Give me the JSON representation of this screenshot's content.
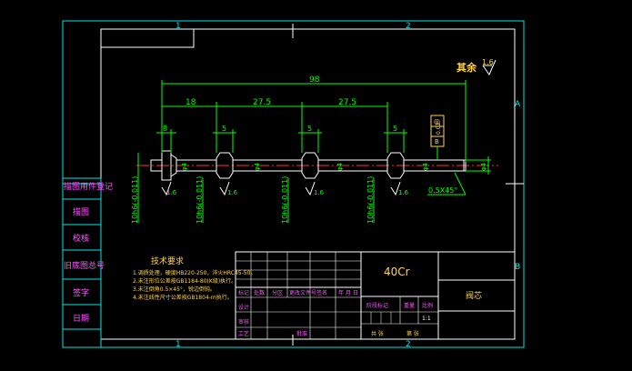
{
  "frame": {
    "zone_top_1": "1",
    "zone_top_2": "2",
    "zone_bottom_1": "1",
    "zone_bottom_2": "2",
    "zone_right_a": "A",
    "zone_right_b": "B"
  },
  "roughness": {
    "label": "其余",
    "value": "1.6"
  },
  "dimensions": {
    "overall": "98",
    "seg_18": "18",
    "seg_27_5_a": "27.5",
    "seg_27_5_b": "27.5",
    "w8": "8",
    "w5_a": "5",
    "w5_b": "5",
    "w5_c": "5",
    "phi_a": "φ4",
    "phi_b": "φ4",
    "phi_c": "φ4",
    "phi_d": "φ4",
    "phi_end": "φ4",
    "chamfer": "0.5X45°"
  },
  "tolerance_frame": {
    "symbol": "◎",
    "value": "0.02",
    "datum": "B"
  },
  "fits": {
    "f1": "10h6(-0.011)",
    "f2": "10h6(-0.011)",
    "f3": "10h6(-0.011)",
    "f4": "10h6(-0.011)"
  },
  "surface_marks": [
    "1.6",
    "1.6",
    "1.6",
    "1.6"
  ],
  "left_strip": [
    "描图用件登记",
    "描图",
    "校核",
    "旧底图总号",
    "签字",
    "日期"
  ],
  "tech_req": {
    "title": "技术要求",
    "lines": [
      "1.调质处理，硬度HB220-250，淬火HRC45-50。",
      "2.未注形位公差按GB1184-80(K级)执行。",
      "3.未注倒角0.5×45°，锐边倒钝。",
      "4.未注线性尺寸公差按GB1804-m执行。"
    ]
  },
  "title_block": {
    "material": "40Cr",
    "part_name": "阀芯",
    "c_mark": "标记",
    "c_count": "处数",
    "c_zone": "分区",
    "c_docno": "更改文件号",
    "c_sign": "签名",
    "c_date": "年 月 日",
    "design": "设计",
    "check": "审核",
    "process": "工艺",
    "approve": "批准",
    "stage_mark": "阶段标记",
    "weight": "重量",
    "scale": "比例",
    "scale_val": "1:1",
    "sheets": "共  张",
    "sheet": "第  张"
  }
}
